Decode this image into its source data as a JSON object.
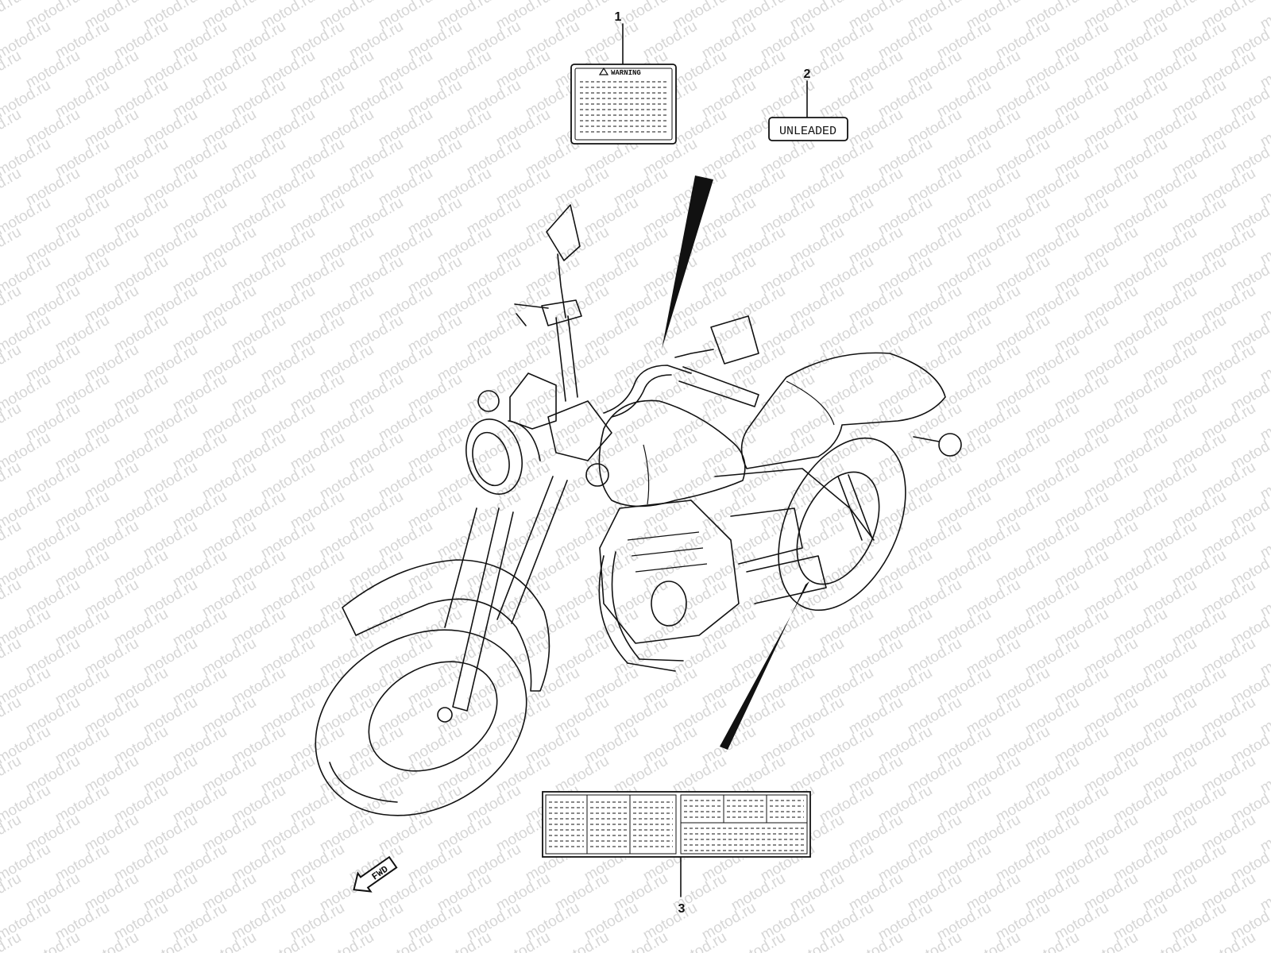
{
  "watermark": "motod.ru",
  "callouts": [
    {
      "number": "1",
      "label_text": "WARNING",
      "label_icon": "warning-triangle-icon"
    },
    {
      "number": "2",
      "label_text": "UNLEADED"
    },
    {
      "number": "3"
    }
  ],
  "direction_arrow": {
    "text": "FWD",
    "icon": "forward-arrow-icon"
  },
  "colors": {
    "line": "#111111",
    "watermark": "#d6d6d6",
    "background": "#ffffff"
  }
}
